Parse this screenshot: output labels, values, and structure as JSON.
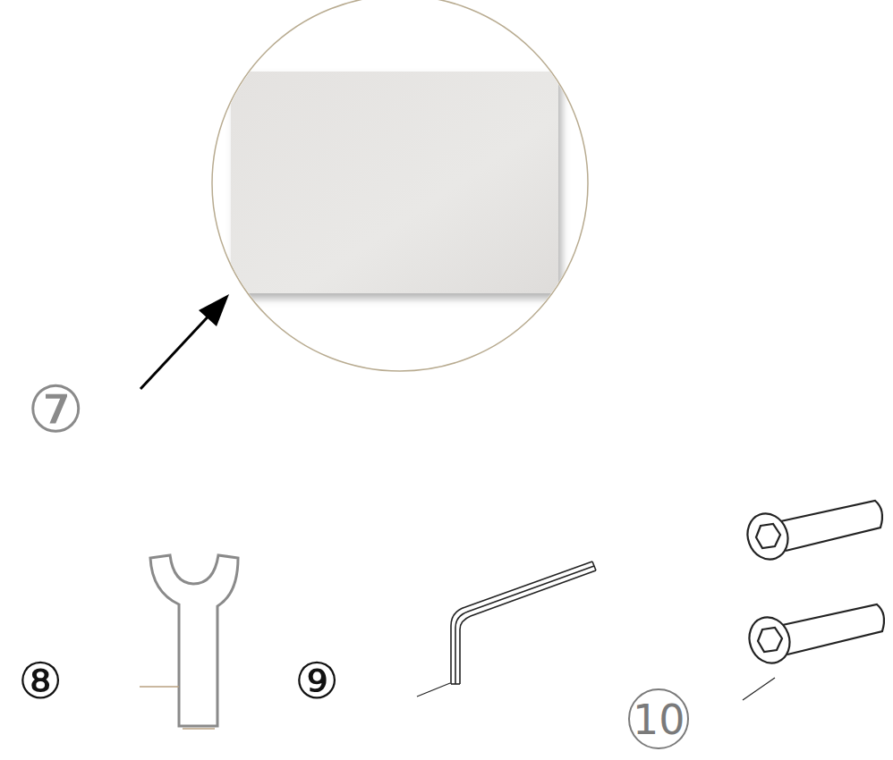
{
  "diagram": {
    "labels": [
      "⑦",
      "⑧",
      "⑨",
      "10"
    ]
  }
}
